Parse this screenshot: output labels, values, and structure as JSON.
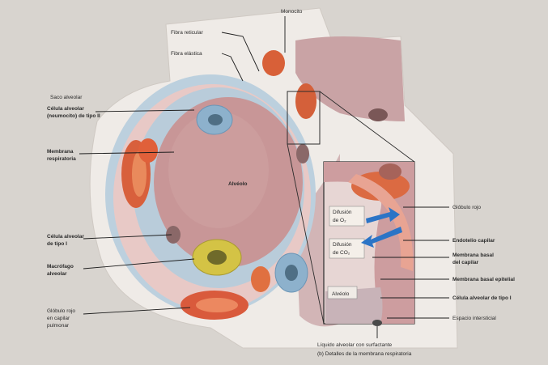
{
  "labels": {
    "monocito": "Monocito",
    "fibra_reticular": "Fibra reticular",
    "fibra_elastica": "Fibra elástica",
    "saco_alveolar": "Saco alveolar",
    "celula_tipo2_l1": "Célula alveolar",
    "celula_tipo2_l2": "(neumocito) de tipo II",
    "membrana_resp_l1": "Membrana",
    "membrana_resp_l2": "respiratoria",
    "alveolo_center": "Alvéolo",
    "celula_tipo1_l1": "Célula alveolar",
    "celula_tipo1_l2": "de tipo I",
    "macrofago_l1": "Macrófago",
    "macrofago_l2": "alveolar",
    "globulo_left_l1": "Glóbulo rojo",
    "globulo_left_l2": "en capilar",
    "globulo_left_l3": "pulmonar",
    "difusion_o2_l1": "Difusión",
    "difusion_o2_l2": "de O₂",
    "difusion_co2_l1": "Difusión",
    "difusion_co2_l2": "de CO₂",
    "alveolo_inset": "Alvéolo",
    "globulo_rojo_right": "Glóbulo rojo",
    "endotelio": "Endotelio capilar",
    "membrana_basal_cap_l1": "Membrana basal",
    "membrana_basal_cap_l2": "del capilar",
    "membrana_basal_epi": "Membrana basal epitelial",
    "celula_tipo1_right": "Célula alveolar de tipo I",
    "espacio_intersticial": "Espacio intersticial",
    "caption_l1": "Líquido alveolar con surfactante",
    "caption_l2": "(b) Detalles de la membrana respiratoria"
  },
  "colors": {
    "background": "#d8d4cf",
    "paper": "#eeeae6",
    "alveolus": "#c99a9a",
    "wall": "#b9cbd8",
    "red_cell": "#d9623a",
    "macrophage": "#d8c64a",
    "type2_cell": "#8fb3cf",
    "inset_box": "#4a8ccf",
    "arrow": "#2a72c8"
  }
}
